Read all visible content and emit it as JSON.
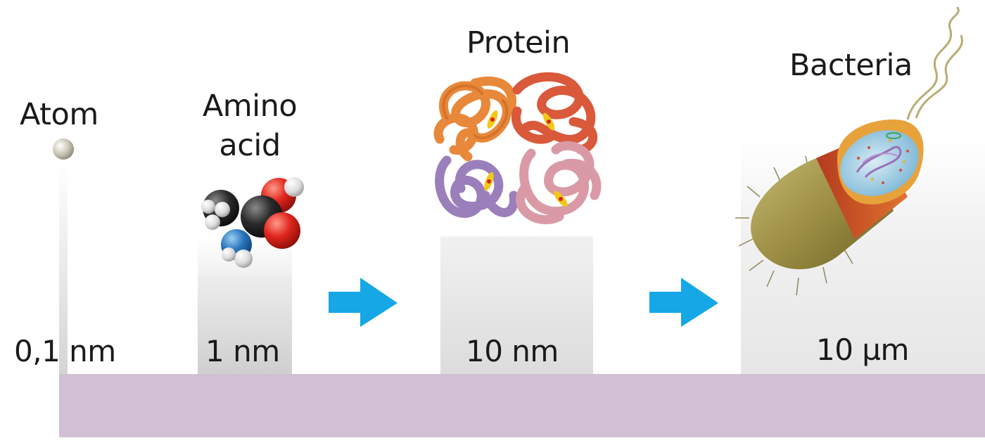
{
  "scale_items": [
    {
      "name": "Atom",
      "size": "0,1 nm"
    },
    {
      "name_lines": [
        "Amino",
        "acid"
      ],
      "size": "1 nm"
    },
    {
      "name": "Protein",
      "size": "10 nm"
    },
    {
      "name": "Bacteria",
      "size": "10 µm"
    }
  ],
  "colors": {
    "floor": "#d1bfd4",
    "arrow": "#16a7e6",
    "pedestal_top": "#f4f4f4",
    "pedestal_bottom": "#d8d8d8"
  },
  "icons": [
    "atom-icon",
    "amino-acid-molecule-icon",
    "protein-icon",
    "bacteria-icon",
    "arrow-right-icon"
  ]
}
